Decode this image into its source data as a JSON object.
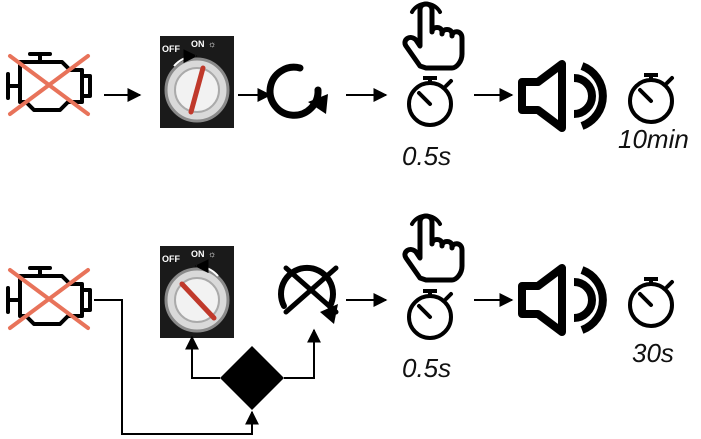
{
  "colors": {
    "ink": "#000000",
    "cross": "#e8735a",
    "key_red": "#c0392b",
    "switch_bg": "#1a1a1a",
    "switch_dial": "#d9d9d9"
  },
  "row1": {
    "engine_icon": "engine-disabled-icon",
    "switch": {
      "off_label": "OFF",
      "on_label": "ON",
      "on_symbol": "☼",
      "position": "ON"
    },
    "action_icon": "rotate-icon",
    "press_icon": "touch-press-icon",
    "press_duration": "0.5s",
    "alarm_icon": "speaker-icon",
    "alarm_duration": "10min"
  },
  "row2": {
    "engine_icon": "engine-disabled-icon",
    "switch": {
      "off_label": "OFF",
      "on_label": "ON",
      "on_symbol": "☼",
      "position": "OFF"
    },
    "action_icon": "rotate-cancelled-icon",
    "logic_icon": "decision-diamond-icon",
    "press_icon": "touch-press-icon",
    "press_duration": "0.5s",
    "alarm_icon": "speaker-icon",
    "alarm_duration": "30s"
  }
}
